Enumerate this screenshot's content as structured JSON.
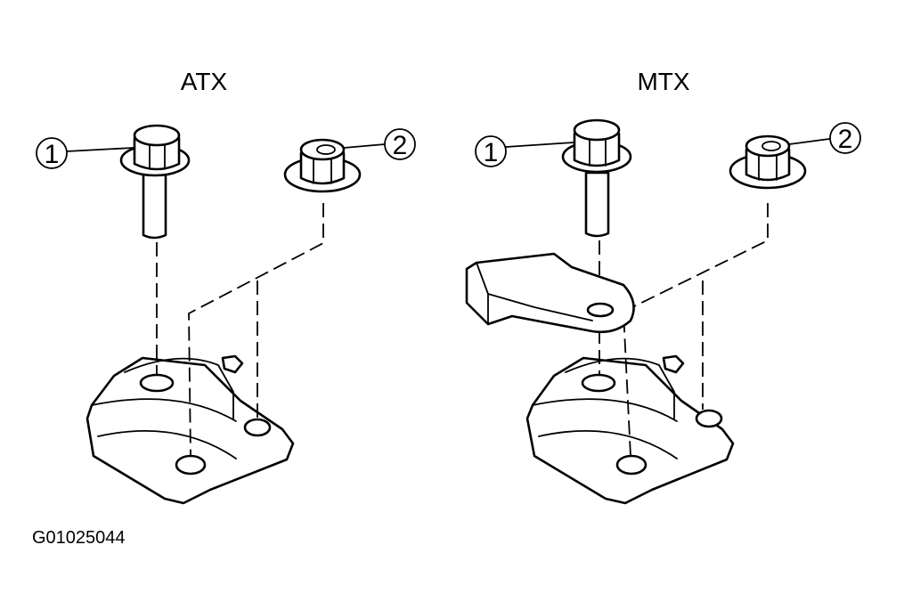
{
  "panels": [
    {
      "id": "atx",
      "title": "ATX",
      "callouts": [
        "1",
        "2"
      ]
    },
    {
      "id": "mtx",
      "title": "MTX",
      "callouts": [
        "1",
        "2"
      ]
    }
  ],
  "figure_code": "G01025044"
}
